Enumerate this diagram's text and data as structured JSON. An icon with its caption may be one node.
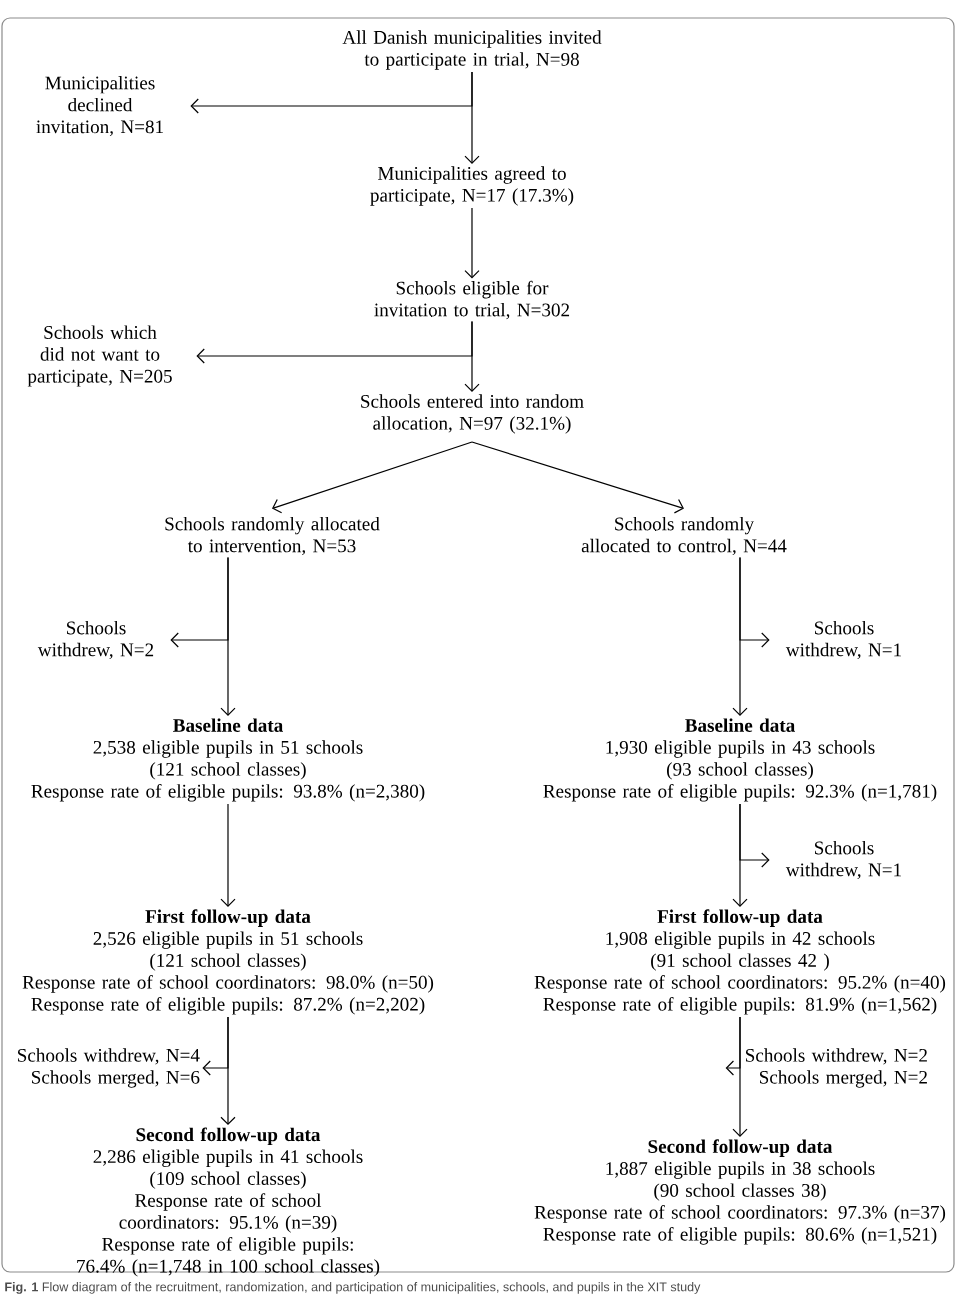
{
  "diagram": {
    "caption": "**Fig. 1** Flow diagram of the recruitment, randomization, and participation of municipalities, schools, and pupils in the XIT study",
    "nodes": [
      {
        "text": [
          "All Danish municipalities invited to participate in trial, N=98"
        ]
      },
      {
        "text": [
          "Municipalities declined invitation, N=81"
        ]
      },
      {
        "text": [
          "Municipalities agreed to participate, N=17 (17.3%)"
        ]
      },
      {
        "text": [
          "Schools eligible for invitation to trial, N=302"
        ]
      },
      {
        "text": [
          "Schools which did not want to participate, N=205"
        ]
      },
      {
        "text": [
          "Schools entered into random allocation, N=97 (32.1%)"
        ]
      },
      {
        "text": [
          "Schools randomly allocated to intervention, N=53"
        ]
      },
      {
        "text": [
          "Schools randomly allocated to control, N=44"
        ]
      },
      {
        "text": [
          "Schools withdrew, N=2"
        ]
      },
      {
        "text": [
          "Schools withdrew, N=1"
        ]
      },
      {
        "text": [
          "Baseline data",
          "2,538 eligible pupils in 51 schools",
          "(121 school classes)",
          "Response rate of eligible pupils: 93.8% (n=2,380)"
        ]
      },
      {
        "text": [
          "Baseline data",
          "1,930 eligible pupils in 43 schools",
          "(93 school classes)",
          "Response rate of eligible pupils: 92.3% (n=1,781)"
        ]
      },
      {
        "text": [
          "Schools withdrew, N=1"
        ]
      },
      {
        "text": [
          "First follow-up data",
          "2,526 eligible pupils in 51 schools",
          "(121 school classes)",
          "Response rate of school coordinators: 98.0% (n=50)",
          "Response rate of eligible pupils: 87.2% (n=2,202)"
        ]
      },
      {
        "text": [
          "First follow-up data",
          "1,908 eligible pupils in 42 schools",
          "(91 school classes 42 )",
          "Response rate of school coordinators: 95.2% (n=40)",
          "Response rate of eligible pupils: 81.9% (n=1,562)"
        ]
      },
      {
        "text": [
          "Schools withdrew, N=4",
          "Schools merged, N=6"
        ]
      },
      {
        "text": [
          "Schools withdrew, N=2",
          "Schools merged, N=2"
        ]
      },
      {
        "text": [
          "Second follow-up data",
          "2,286 eligible pupils in 41 schools",
          "(109 school classes)",
          "Response rate of school coordinators: 95.1% (n=39)",
          "Response rate of eligible pupils: 76.4% (n=1,748 in 100 school classes)"
        ]
      },
      {
        "text": [
          "Second follow-up data",
          "1,887 eligible pupils in 38 schools",
          "(90 school classes 38)",
          "Response rate of school coordinators: 97.3% (n=37)",
          "Response rate of eligible pupils: 80.6% (n=1,521)"
        ]
      }
    ],
    "edges": [
      {
        "from": 0,
        "to": 1,
        "arrow": "to"
      },
      {
        "from": 0,
        "to": 2,
        "arrow": "to"
      },
      {
        "from": 2,
        "to": 3,
        "arrow": "to"
      },
      {
        "from": 3,
        "to": 4,
        "arrow": "to"
      },
      {
        "from": 3,
        "to": 5,
        "arrow": "to"
      },
      {
        "from": 5,
        "to": 6,
        "arrow": "to"
      },
      {
        "from": 5,
        "to": 7,
        "arrow": "to"
      },
      {
        "from": 6,
        "to": 8,
        "arrow": "to"
      },
      {
        "from": 6,
        "to": 10,
        "arrow": "to"
      },
      {
        "from": 7,
        "to": 9,
        "arrow": "to"
      },
      {
        "from": 7,
        "to": 11,
        "arrow": "to"
      },
      {
        "from": 10,
        "to": 13,
        "arrow": "to"
      },
      {
        "from": 11,
        "to": 12,
        "arrow": "to"
      },
      {
        "from": 11,
        "to": 14,
        "arrow": "to"
      },
      {
        "from": 13,
        "to": 15,
        "arrow": "to"
      },
      {
        "from": 13,
        "to": 17,
        "arrow": "to"
      },
      {
        "from": 14,
        "to": 16,
        "arrow": "to"
      },
      {
        "from": 14,
        "to": 18,
        "arrow": "to"
      }
    ]
  }
}
